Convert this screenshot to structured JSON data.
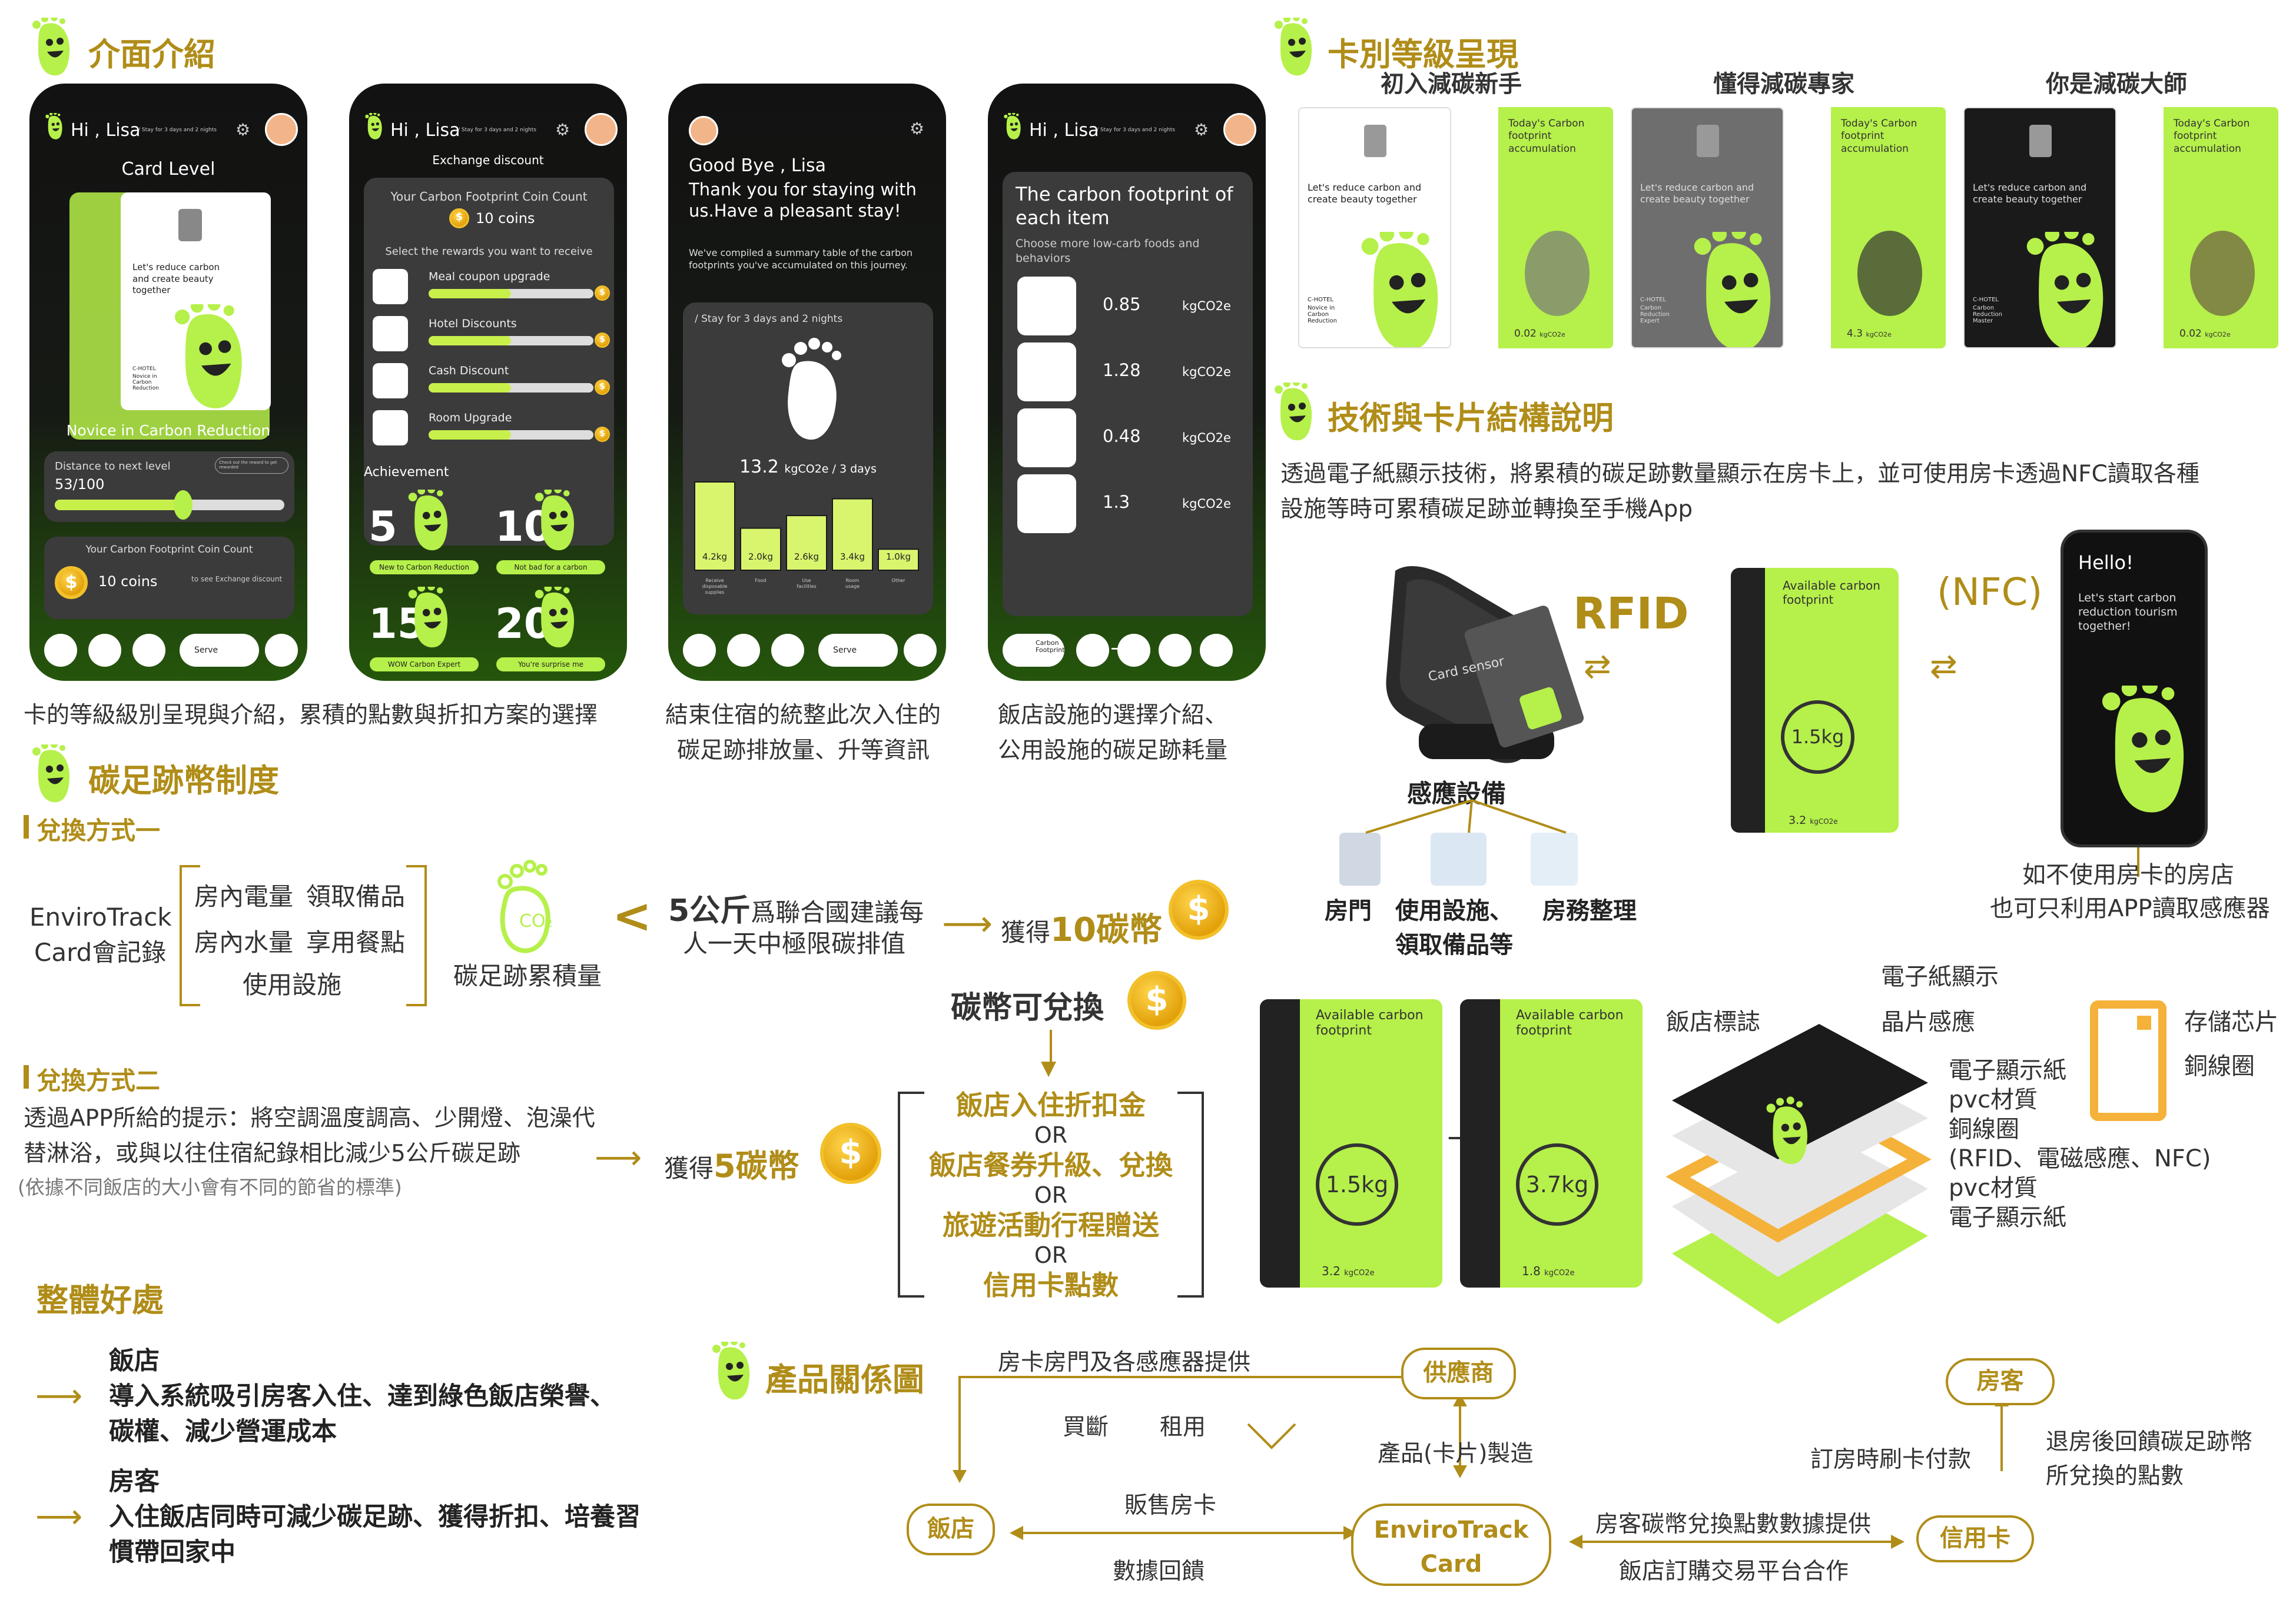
{
  "sections": {
    "interface": "介面介紹",
    "card_levels": "卡別等級呈現",
    "tech": "技術與卡片結構說明",
    "coin_system": "碳足跡幣制度",
    "benefits": "整體好處",
    "relations": "產品關係圖"
  },
  "phone1": {
    "greet": "Hi , Lisa",
    "stay": "/ Stay for 3 days and 2 nights",
    "card_level": "Card Level",
    "card_text": "Let's reduce carbon and create beauty together",
    "hotel": "C-HOTEL",
    "novice_small": "Novice in Carbon Reduction",
    "level_name": "Novice in Carbon Reduction",
    "next_label": "Distance to next level",
    "next_link": "Check out the reward to get rewarded",
    "progress": "53/100",
    "progress_value": 0.53,
    "coin_title": "Your Carbon Footprint Coin Count",
    "coins": "10 coins",
    "exchange_link": "to see Exchange discount",
    "serve": "Serve"
  },
  "phone2": {
    "greet": "Hi , Lisa",
    "stay": "/ Stay for 3 days and 2 nights",
    "exchange": "Exchange discount",
    "coin_title": "Your Carbon Footprint Coin Count",
    "coins": "10 coins",
    "select": "Select the rewards you want to receive",
    "rewards": [
      "Meal coupon upgrade",
      "Hotel Discounts",
      "Cash Discount",
      "Room Upgrade"
    ],
    "achievement": "Achievement",
    "ach": [
      {
        "n": "5",
        "label": "New to Carbon Reduction"
      },
      {
        "n": "10",
        "label": "Not bad for a carbon"
      },
      {
        "n": "15",
        "label": "WOW Carbon Expert"
      },
      {
        "n": "20",
        "label": "You're surprise me"
      }
    ]
  },
  "phone3": {
    "greet": "Good Bye , Lisa",
    "thanks": "Thank you for staying with us.Have a pleasant stay!",
    "summary": "We've compiled a summary table of the carbon footprints you've accumulated on this journey.",
    "stay": "/ Stay for 3 days and 2 nights",
    "total_num": "13.2",
    "total_unit": "kgCO2e / 3 days",
    "serve": "Serve"
  },
  "chart_data": {
    "type": "bar",
    "categories": [
      "Receive disposable supplies",
      "Food",
      "Use facilities",
      "Room usage",
      "Other"
    ],
    "values": [
      4.2,
      2.0,
      2.6,
      3.4,
      1.0
    ],
    "labels": [
      "4.2kg",
      "2.0kg",
      "2.6kg",
      "3.4kg",
      "1.0kg"
    ]
  },
  "phone4": {
    "greet": "Hi , Lisa",
    "stay": "/ Stay for 3 days and 2 nights",
    "heading": "The carbon footprint of each item",
    "subtitle": "Choose more low-carb foods and behaviors",
    "items": [
      {
        "v": "0.85",
        "u": "kgCO2e"
      },
      {
        "v": "1.28",
        "u": "kgCO2e"
      },
      {
        "v": "0.48",
        "u": "kgCO2e"
      },
      {
        "v": "1.3",
        "u": "kgCO2e"
      }
    ],
    "nav_label": "Carbon Footprint"
  },
  "captions": {
    "c1": "卡的等級級別呈現與介紹，累積的點數與折扣方案的選擇",
    "c2": "結束住宿的統整此次入住的",
    "c2b": "碳足跡排放量、升等資訊",
    "c3": "飯店設施的選擇介紹、",
    "c3b": "公用設施的碳足跡耗量"
  },
  "levels": [
    {
      "name": "初入減碳新手",
      "front": "Let's reduce carbon and create beauty together",
      "hotel": "C-HOTEL",
      "rank": "Novice in Carbon Reduction",
      "today": "Today's Carbon footprint accumulation",
      "value": "0.02",
      "unit": "kgCO2e"
    },
    {
      "name": "懂得減碳專家",
      "front": "Let's reduce carbon and create beauty together",
      "hotel": "C-HOTEL",
      "rank": "Carbon Reduction Expert",
      "today": "Today's Carbon footprint accumulation",
      "value": "4.3",
      "unit": "kgCO2e"
    },
    {
      "name": "你是減碳大師",
      "front": "Let's reduce carbon and create beauty together",
      "hotel": "C-HOTEL",
      "rank": "Carbon Reduction Master",
      "today": "Today's Carbon footprint accumulation",
      "value": "0.02",
      "unit": "kgCO2e"
    }
  ],
  "tech": {
    "desc1": "透過電子紙顯示技術，將累積的碳足跡數量顯示在房卡上，並可使用房卡透過NFC讀取各種",
    "desc2": "設施等時可累積碳足跡並轉換至手機App",
    "rfid": "RFID",
    "nfc": "NFC",
    "card_sensor": "Card sensor",
    "card_label": "Available carbon footprint",
    "card_value": "1.5kg",
    "card_bottom": "3.2",
    "card_unit": "kgCO2e",
    "hello": "Hello!",
    "hello_text": "Let's start carbon reduction tourism together!",
    "sensor": "感應設備",
    "door": "房門",
    "use": "使用設施、",
    "use2": "領取備品等",
    "house": "房務整理",
    "no_card1": "如不使用房卡的房店",
    "no_card2": "也可只利用APP讀取感應器"
  },
  "struct": {
    "card1_label": "Available carbon footprint",
    "card1_value": "1.5kg",
    "card1_bottom": "3.2",
    "card2_label": "Available carbon footprint",
    "card2_value": "3.7kg",
    "card2_bottom": "1.8",
    "unit": "kgCO2e",
    "epaper": "電子紙顯示",
    "hotel_logo": "飯店標誌",
    "chip": "晶片感應",
    "layer1": "電子顯示紙",
    "layer2": "pvc材質",
    "layer3": "銅線圈",
    "layer3b": "(RFID、電磁感應、NFC)",
    "layer4": "pvc材質",
    "layer5": "電子顯示紙",
    "storage": "存儲芯片",
    "coil": "銅線圈"
  },
  "coin": {
    "way1": "兌換方式一",
    "envirotrack": "EnviroTrack",
    "card_record": "Card會記錄",
    "items": [
      "房內電量",
      "領取備品",
      "房內水量",
      "享用餐點",
      "使用設施"
    ],
    "accum": "碳足跡累積量",
    "lt": "<",
    "limit_big": "5公斤",
    "limit_rest": "爲聯合國建議每",
    "limit2": "人一天中極限碳排值",
    "get10_pre": "獲得",
    "get10": "10碳幣",
    "exchangeable": "碳幣可兌換",
    "way2": "兌換方式二",
    "way2_text1": "透過APP所給的提示：將空調溫度調高、少開燈、泡澡代",
    "way2_text2": "替淋浴，或與以往住宿紀錄相比減少5公斤碳足跡",
    "way2_note": "(依據不同飯店的大小會有不同的節省的標準)",
    "get5_pre": "獲得",
    "get5": "5碳幣",
    "opts": [
      "飯店入住折扣金",
      "OR",
      "飯店餐券升級、兌換",
      "OR",
      "旅遊活動行程贈送",
      "OR",
      "信用卡點數"
    ]
  },
  "benefit": {
    "hotel": "飯店",
    "hotel_text1": "導入系統吸引房客入住、達到綠色飯店榮譽、",
    "hotel_text2": "碳權、減少營運成本",
    "guest": "房客",
    "guest_text1": "入住飯店同時可減少碳足跡、獲得折扣、培養習",
    "guest_text2": "慣帶回家中"
  },
  "rel": {
    "supplier": "供應商",
    "hotel": "飯店",
    "env1": "EnviroTrack",
    "env2": "Card",
    "guest": "房客",
    "credit": "信用卡",
    "l1": "房卡房門及各感應器提供",
    "l2": "買斷",
    "l3": "租用",
    "l4": "販售房卡",
    "l5": "產品(卡片)製造",
    "l6": "數據回饋",
    "l7": "房客碳幣兌換點數數據提供",
    "l8": "飯店訂購交易平台合作",
    "l9": "訂房時刷卡付款",
    "l10": "退房後回饋碳足跡幣",
    "l11": "所兌換的點數"
  },
  "colors": {
    "lime": "#b6f04a",
    "gold": "#b08d18",
    "dark": "#161616"
  }
}
